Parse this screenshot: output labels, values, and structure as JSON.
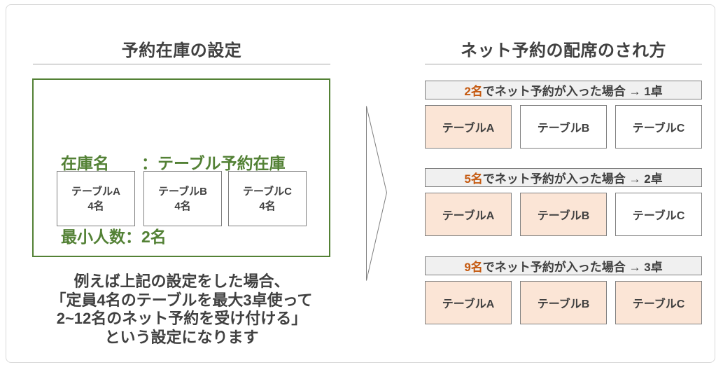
{
  "left": {
    "title": "予約在庫の設定",
    "inventory": {
      "name_line": "在庫名　　：テーブル予約在庫",
      "min_line": "最小人数：2名",
      "tables": [
        {
          "name": "テーブルA",
          "capacity": "4名"
        },
        {
          "name": "テーブルB",
          "capacity": "4名"
        },
        {
          "name": "テーブルC",
          "capacity": "4名"
        }
      ]
    },
    "note_lines": [
      "例えば上記の設定をした場合、",
      "「定員4名のテーブルを最大3卓使って",
      "2~12名のネット予約を受け付ける」",
      "という設定になります"
    ]
  },
  "right": {
    "title": "ネット予約の配席のされ方",
    "scenarios": [
      {
        "guests": "2名",
        "condition": "でネット予約が入った場合 → 1卓",
        "tables": [
          {
            "label": "テーブルA",
            "highlighted": true
          },
          {
            "label": "テーブルB",
            "highlighted": false
          },
          {
            "label": "テーブルC",
            "highlighted": false
          }
        ]
      },
      {
        "guests": "5名",
        "condition": "でネット予約が入った場合 → 2卓",
        "tables": [
          {
            "label": "テーブルA",
            "highlighted": true
          },
          {
            "label": "テーブルB",
            "highlighted": true
          },
          {
            "label": "テーブルC",
            "highlighted": false
          }
        ]
      },
      {
        "guests": "9名",
        "condition": "でネット予約が入った場合 → 3卓",
        "tables": [
          {
            "label": "テーブルA",
            "highlighted": true
          },
          {
            "label": "テーブルB",
            "highlighted": true
          },
          {
            "label": "テーブルC",
            "highlighted": true
          }
        ]
      }
    ]
  },
  "colors": {
    "accent_green": "#538135",
    "accent_orange": "#C55A11",
    "highlight_fill": "#FBE5D6",
    "text_gray": "#404040"
  }
}
